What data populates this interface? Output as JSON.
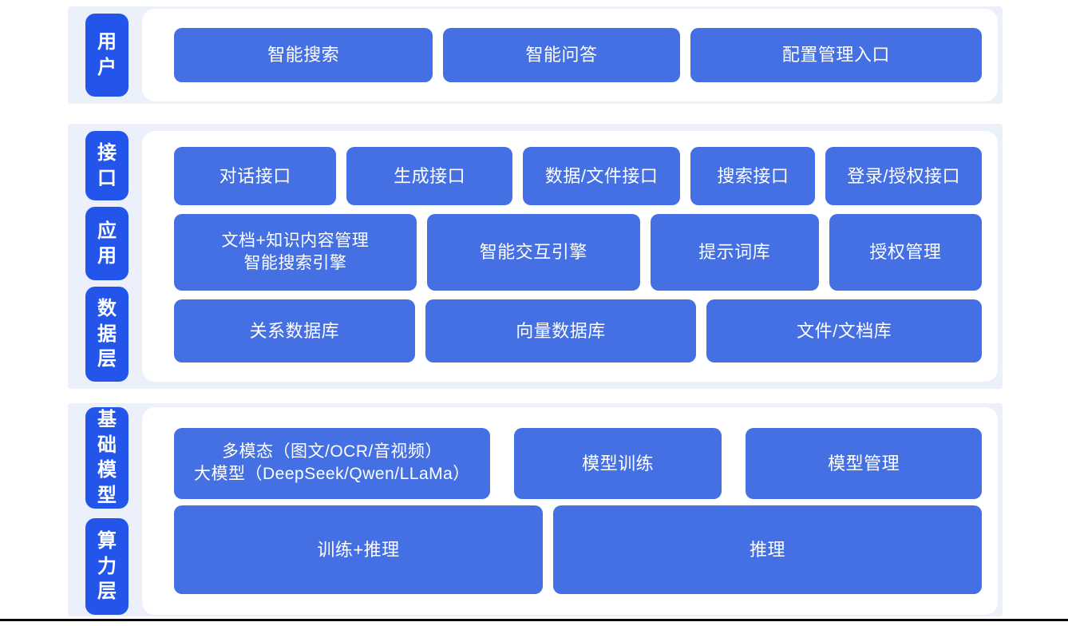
{
  "colors": {
    "band_background": "#ebf0fa",
    "layer_label_blue": "#2355eb",
    "block_blue": "#4470e4",
    "text_white": "#ffffff",
    "bottom_line": "#0a0a0a"
  },
  "sections": [
    {
      "name": "user-layer",
      "labels": [
        "用户"
      ],
      "rows": [
        {
          "buttons": [
            {
              "label": "智能搜索"
            },
            {
              "label": "智能问答"
            },
            {
              "label": "配置管理入口"
            }
          ]
        }
      ]
    },
    {
      "name": "interface-application-data-layer",
      "labels": [
        "接口",
        "应用",
        "数据层"
      ],
      "rows": [
        {
          "buttons": [
            {
              "label": "对话接口"
            },
            {
              "label": "生成接口"
            },
            {
              "label": "数据/文件接口"
            },
            {
              "label": "搜索接口"
            },
            {
              "label": "登录/授权接口"
            }
          ]
        },
        {
          "buttons": [
            {
              "line1": "文档+知识内容管理",
              "line2": "智能搜索引擎"
            },
            {
              "label": "智能交互引擎"
            },
            {
              "label": "提示词库"
            },
            {
              "label": "授权管理"
            }
          ]
        },
        {
          "buttons": [
            {
              "label": "关系数据库"
            },
            {
              "label": "向量数据库"
            },
            {
              "label": "文件/文档库"
            }
          ]
        }
      ]
    },
    {
      "name": "foundation-model-compute-layer",
      "labels": [
        "基础模型",
        "算力层"
      ],
      "rows": [
        {
          "buttons": [
            {
              "line1": "多模态（图文/OCR/音视频）",
              "line2": "大模型（DeepSeek/Qwen/LLaMa）"
            },
            {
              "label": "模型训练"
            },
            {
              "label": "模型管理"
            }
          ]
        },
        {
          "buttons": [
            {
              "label": "训练+推理"
            },
            {
              "label": "推理"
            }
          ]
        }
      ]
    }
  ]
}
